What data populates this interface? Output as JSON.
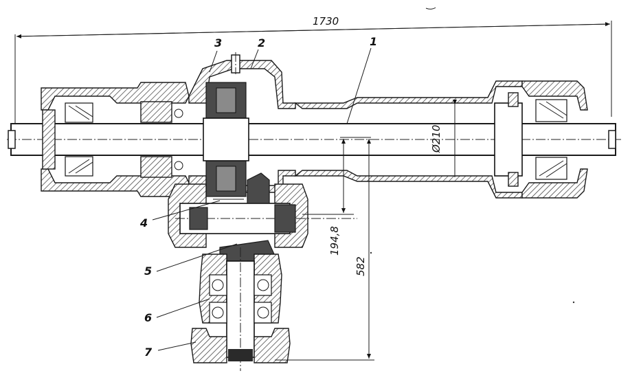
{
  "dimensions": {
    "overall_length": "1730",
    "diameter": "Ø210",
    "vertical_short": "194,8",
    "vertical_long": "582"
  },
  "callouts": {
    "c1": "1",
    "c2": "2",
    "c3": "3",
    "c4": "4",
    "c5": "5",
    "c6": "6",
    "c7": "7"
  }
}
